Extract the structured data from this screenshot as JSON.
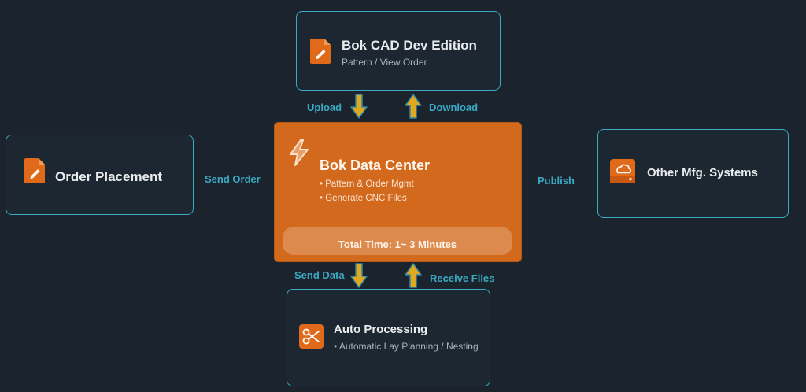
{
  "nodes": {
    "cad": {
      "title": "Bok CAD Dev Edition",
      "subtitle": "Pattern / View Order",
      "icon": "document-edit-icon"
    },
    "order": {
      "title": "Order Placement",
      "icon": "document-edit-icon"
    },
    "center": {
      "title": "Bok Data Center",
      "bullets": [
        "• Pattern & Order Mgmt",
        "• Generate CNC Files"
      ],
      "footer": "Total Time: 1~ 3 Minutes",
      "icon": "lightning-icon"
    },
    "other": {
      "title": "Other Mfg. Systems",
      "icon": "cloud-storage-icon"
    },
    "auto": {
      "title": "Auto Processing",
      "subtitle": "• Automatic Lay Planning / Nesting",
      "icon": "scissors-icon"
    }
  },
  "edges": {
    "upload": "Upload",
    "download": "Download",
    "send_order": "Send Order",
    "publish": "Publish",
    "send_data": "Send Data",
    "receive_files": "Receive Files"
  },
  "colors": {
    "background": "#1b242d",
    "box_border": "#3aa9c4",
    "accent_orange": "#d2691c",
    "arrow_gold": "#e0a81c",
    "label_blue": "#3aa9c4"
  }
}
